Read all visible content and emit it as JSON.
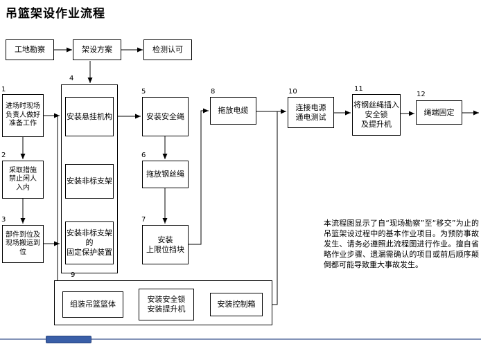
{
  "title": "吊篮架设作业流程",
  "top_row": {
    "site_survey": "工地勘察",
    "plan": "架设方案",
    "inspect": "检测认可"
  },
  "steps": {
    "s1": {
      "num": "1",
      "label": "进场时现场\n负责人做好\n准备工作"
    },
    "s2": {
      "num": "2",
      "label": "采取措施\n禁止闲人\n入内"
    },
    "s3": {
      "num": "3",
      "label": "部件到位及\n现场搬运到位"
    },
    "s4": {
      "num": "4",
      "items": {
        "a": "安装悬挂机构",
        "b": "安装非标支架",
        "c": "安装非标支架\n的\n固定保护装置"
      }
    },
    "s5": {
      "num": "5",
      "label": "安装安全绳"
    },
    "s6": {
      "num": "6",
      "label": "拖放钢丝绳"
    },
    "s7": {
      "num": "7",
      "label": "安装\n上限位挡块"
    },
    "s8": {
      "num": "8",
      "label": "拖放电缆"
    },
    "s9": {
      "num": "9",
      "items": {
        "a": "组装吊篮篮体",
        "b": "安装安全锁\n安装提升机",
        "c": "安装控制箱"
      }
    },
    "s10": {
      "num": "10",
      "label": "连接电源\n通电测试"
    },
    "s11": {
      "num": "11",
      "label": "将钢丝绳插入\n安全锁\n及提升机"
    },
    "s12": {
      "num": "12",
      "label": "绳端固定"
    }
  },
  "note": "本流程图显示了自“现场勘察”至“移交”为止的吊篮架设过程中的基本作业项目。为预防事故发生、请务必遵照此流程图进行作业。擅自省略作业步骤、遗漏需确认的项目或前后顺序颠倒都可能导致重大事故发生。",
  "colors": {
    "line": "#000000",
    "footer_line": "#8494b8",
    "footer_block": "#3a5fa8"
  }
}
